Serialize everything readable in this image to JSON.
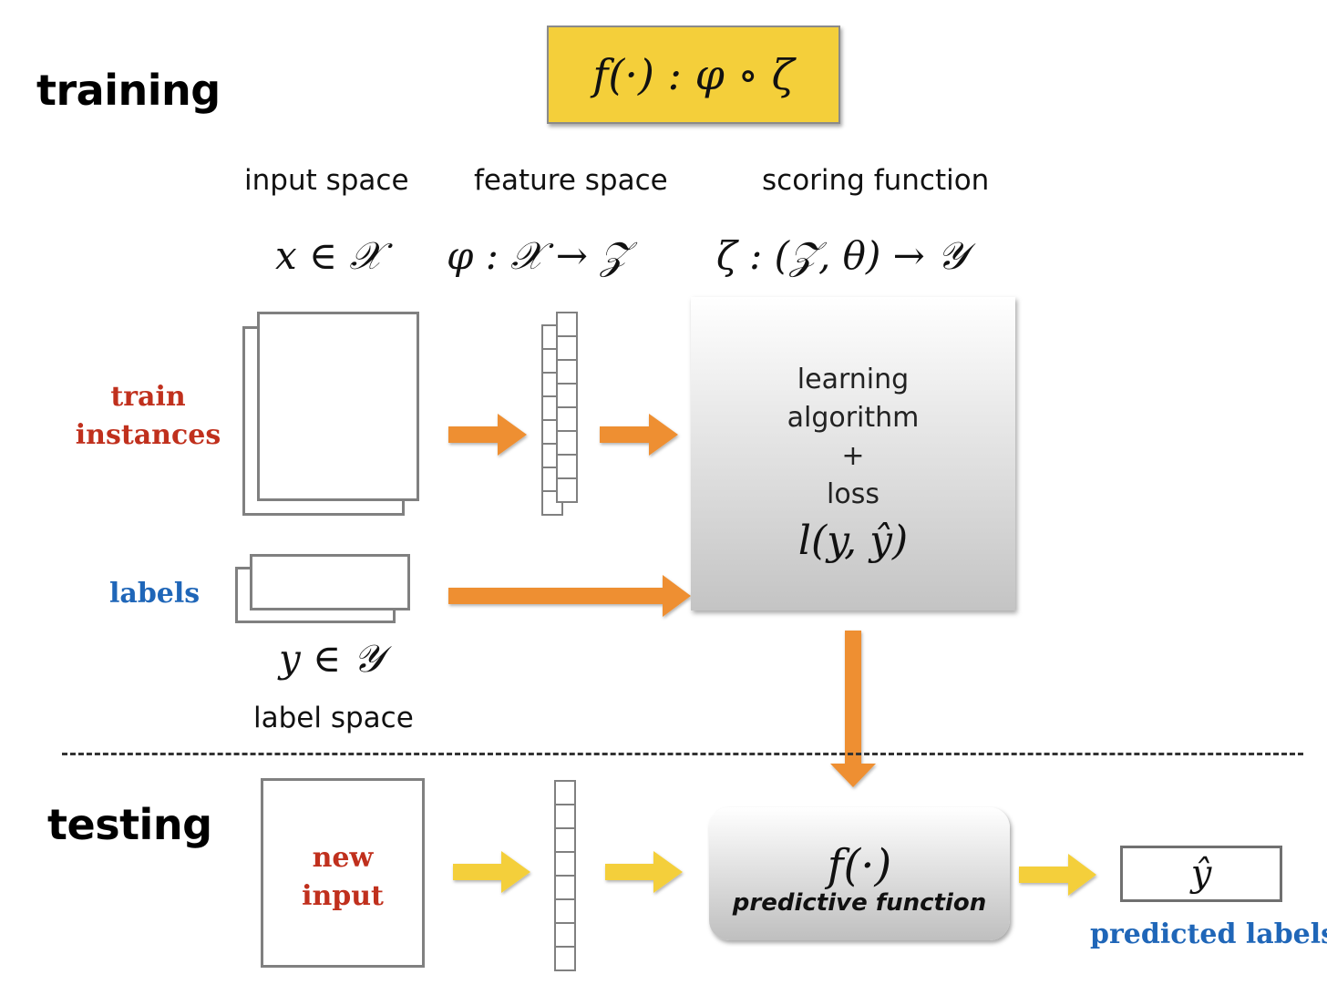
{
  "formula": "f(·) : φ ∘ ζ",
  "sections": {
    "training": "training",
    "testing": "testing"
  },
  "columns": {
    "input": "input space",
    "feature": "feature space",
    "scoring": "scoring function"
  },
  "math": {
    "input": "x ∈ 𝒳",
    "feature": "φ : 𝒳 → 𝒵",
    "scoring": "ζ : (𝒵, θ) → 𝒴",
    "label": "y ∈ 𝒴"
  },
  "train_instances": [
    "train",
    "instances"
  ],
  "labels": "labels",
  "label_space": "label space",
  "learning_box": {
    "line1": "learning",
    "line2": "algorithm",
    "line3": "+",
    "line4": "loss",
    "loss": "l(y, ŷ)"
  },
  "new_input": [
    "new",
    "input"
  ],
  "predictive_box": {
    "func": "f(·)",
    "caption": "predictive function"
  },
  "prediction": {
    "symbol": "ŷ",
    "caption": "predicted labels"
  },
  "colors": {
    "train_arrow": "#ee8f31",
    "test_arrow": "#f4cf3a",
    "formula_bg": "#f4cf3a",
    "red_text": "#c0301d",
    "blue_text": "#1f66b8"
  },
  "icons": [
    "document-stack-icon",
    "feature-vector-icon",
    "arrow-right-icon",
    "arrow-down-icon"
  ]
}
